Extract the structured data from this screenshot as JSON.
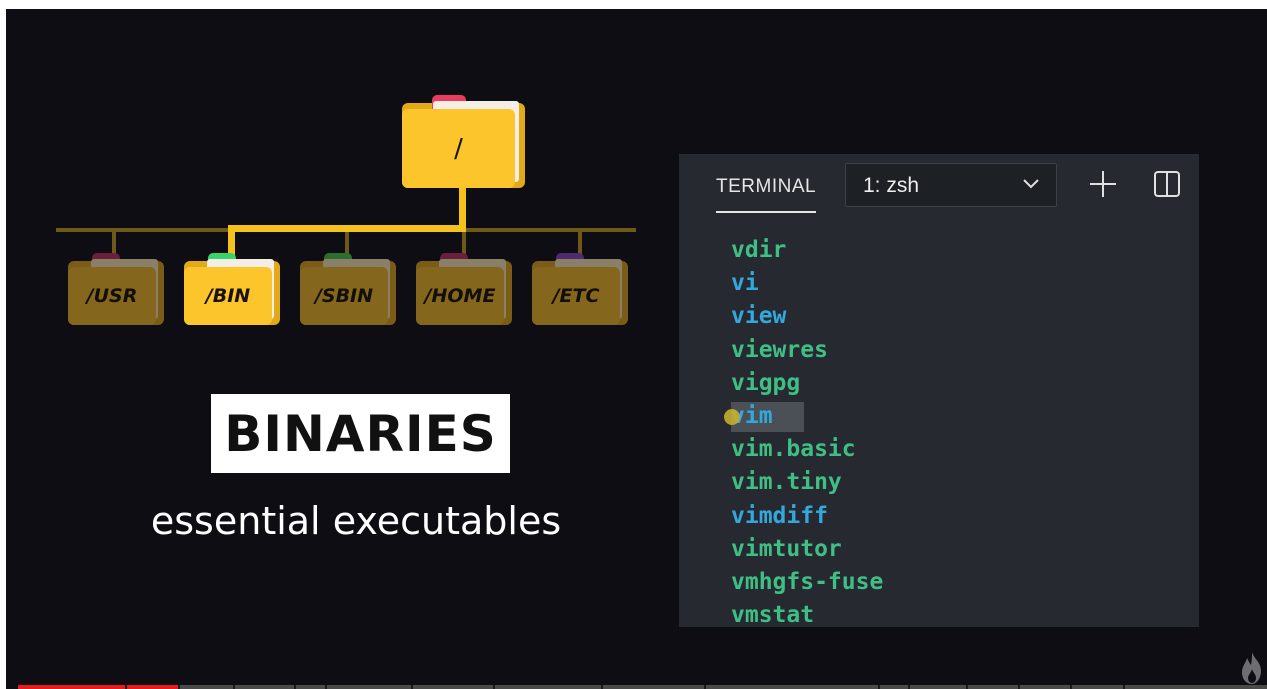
{
  "tree": {
    "root_label": "/",
    "folders": [
      {
        "label": "/USR",
        "tab_color": "#6a1f3a",
        "active": false
      },
      {
        "label": "/BIN",
        "tab_color": "#38d46a",
        "active": true
      },
      {
        "label": "/SBIN",
        "tab_color": "#2c6e2e",
        "active": false
      },
      {
        "label": "/HOME",
        "tab_color": "#6a1f3a",
        "active": false
      },
      {
        "label": "/ETC",
        "tab_color": "#4f2a6e",
        "active": false
      }
    ],
    "colors": {
      "active": "#fbc52b",
      "dim": "#84661c",
      "root_tab": "#e83d5e"
    }
  },
  "title": "BINARIES",
  "subtitle": "essential executables",
  "terminal": {
    "tab_label": "TERMINAL",
    "shell_select": "1: zsh",
    "add_icon": "plus-icon",
    "split_icon": "split-editor-icon",
    "lines": [
      {
        "text": "vdir",
        "color": "#3fbf85"
      },
      {
        "text": "vi",
        "color": "#33a8dc"
      },
      {
        "text": "view",
        "color": "#33a8dc"
      },
      {
        "text": "viewres",
        "color": "#3fbf85"
      },
      {
        "text": "vigpg",
        "color": "#3fbf85"
      },
      {
        "text": "vim",
        "color": "#33a8dc",
        "selected": true
      },
      {
        "text": "vim.basic",
        "color": "#3fbf85"
      },
      {
        "text": "vim.tiny",
        "color": "#3fbf85"
      },
      {
        "text": "vimdiff",
        "color": "#33a8dc"
      },
      {
        "text": "vimtutor",
        "color": "#3fbf85"
      },
      {
        "text": "vmhgfs-fuse",
        "color": "#3fbf85"
      },
      {
        "text": "vmstat",
        "color": "#3fbf85"
      }
    ]
  },
  "video_progress": {
    "fraction": 0.13
  },
  "logo_icon": "flame-icon"
}
